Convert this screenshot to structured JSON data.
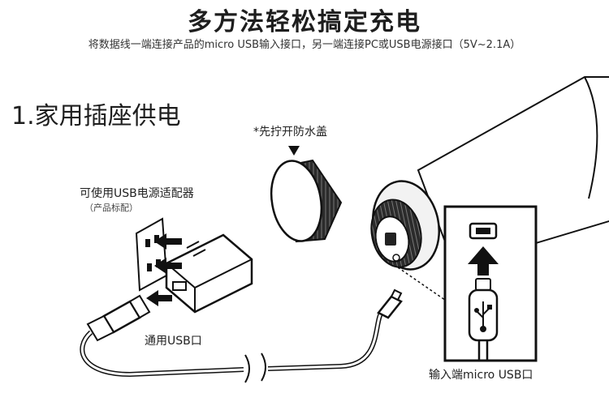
{
  "header": {
    "title": "多方法轻松搞定充电",
    "subtitle": "将数据线一端连接产品的micro USB输入接口，另一端连接PC或USB电源接口（5V~2.1A）"
  },
  "section": {
    "heading": "1.家用插座供电"
  },
  "labels": {
    "cap": "*先拧开防水盖",
    "adapter": "可使用USB电源适配器",
    "adapter_note": "（产品标配）",
    "usb_port": "通用USB口",
    "micro_port": "输入端micro USB口"
  },
  "colors": {
    "ink": "#1a1a1a",
    "background": "#ffffff"
  },
  "icons": [
    "usb-symbol-icon",
    "arrow-up-icon",
    "arrow-down-icon",
    "arrow-left-icon"
  ]
}
